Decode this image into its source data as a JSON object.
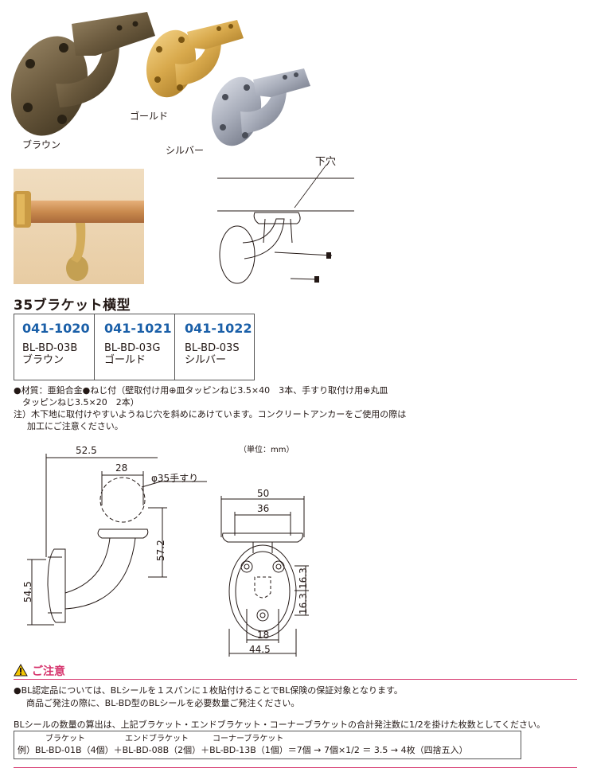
{
  "photos": {
    "brown_label": "ブラウン",
    "gold_label": "ゴールド",
    "silver_label": "シルバー",
    "hole_label": "下穴"
  },
  "product": {
    "title": "35ブラケット横型",
    "variants": [
      {
        "code": "041-1020",
        "model": "BL-BD-03B",
        "color": "ブラウン"
      },
      {
        "code": "041-1021",
        "model": "BL-BD-03G",
        "color": "ゴールド"
      },
      {
        "code": "041-1022",
        "model": "BL-BD-03S",
        "color": "シルバー"
      }
    ],
    "spec_line1": "●材質：亜鉛合金●ねじ付（壁取付け用⊕皿タッピンねじ3.5×40　3本、手すり取付け用⊕丸皿",
    "spec_line2": "タッピンねじ3.5×20　2本）",
    "note_line1": "注）木下地に取付けやすいようねじ穴を斜めにあけています。コンクリートアンカーをご使用の際は",
    "note_line2": "加工にご注意ください。"
  },
  "drawing": {
    "unit": "（単位：mm）",
    "dim_52_5": "52.5",
    "dim_28": "28",
    "rail_label": "φ35手すり",
    "dim_57_2": "57.2",
    "dim_54_5": "54.5",
    "dim_50": "50",
    "dim_36": "36",
    "dim_16_3a": "16.3",
    "dim_16_3b": "16.3",
    "dim_18": "18",
    "dim_44_5": "44.5"
  },
  "caution": {
    "heading": "ご注意",
    "line1": "●BL認定品については、BLシールを１スパンに１枚貼付けることでBL保険の保証対象となります。",
    "line2": "商品ご発注の際に、BL-BD型のBLシールを必要数量ご発注ください。",
    "line3": "BLシールの数量の算出は、上記ブラケット・エンドブラケット・コーナーブラケットの合計発注数に1/2を掛けた枚数としてください。",
    "example_headers": "ブラケット　　　　　エンドブラケット　　　コーナーブラケット",
    "example_line": "例）BL-BD-01B（4個）＋BL-BD-08B（2個）＋BL-BD-13B（1個）＝7個 → 7個×1/2 ＝ 3.5 → 4枚（四捨五入）"
  },
  "colors": {
    "accent_red": "#d6336c",
    "code_blue": "#1a5fa8",
    "brown": "#6b5a3e",
    "gold": "#d8a94c",
    "silver": "#a9aebb"
  }
}
